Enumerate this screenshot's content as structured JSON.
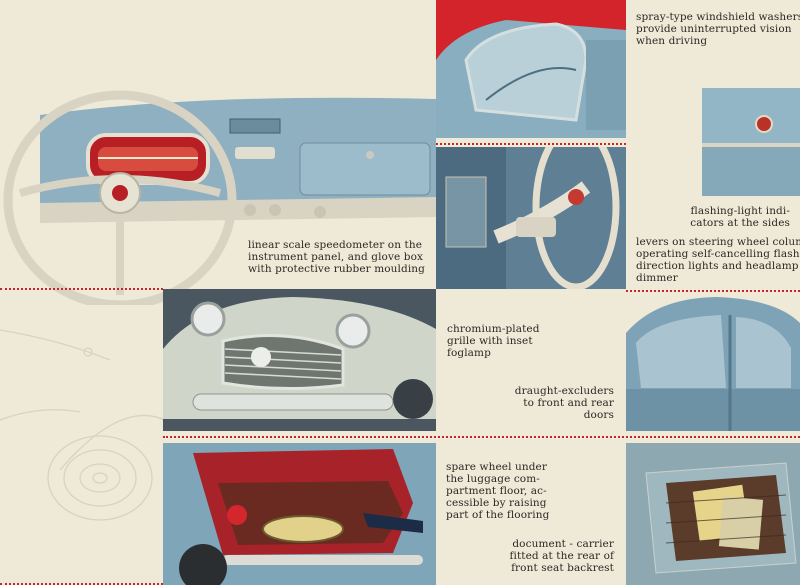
{
  "captions": {
    "windshield": [
      "spray-type windshield washers",
      "provide uninterrupted vision",
      "when driving"
    ],
    "flashing": [
      "flashing-light indi-",
      "cators at the sides"
    ],
    "speedometer": [
      "linear scale speedometer on the",
      "instrument panel, and glove box",
      "with protective rubber moulding"
    ],
    "levers": [
      "levers on steering wheel column",
      "operating self-cancelling flashing",
      "direction lights and headlamp",
      "dimmer"
    ],
    "grille": [
      "chromium-plated",
      "grille with inset",
      "foglamp"
    ],
    "draught": [
      "draught-excluders",
      "to front and rear",
      "doors"
    ],
    "spare": [
      "spare wheel under",
      "the luggage com-",
      "partment floor, ac-",
      "cessible by raising",
      "part of the flooring"
    ],
    "document": [
      "document - carrier",
      "fitted at the rear of",
      "front seat backrest"
    ]
  },
  "colors": {
    "page": "#efe9d8",
    "accent_red": "#c8242d",
    "car_blue": "#8fb3c4",
    "interior_blue": "#6f8fa6"
  }
}
